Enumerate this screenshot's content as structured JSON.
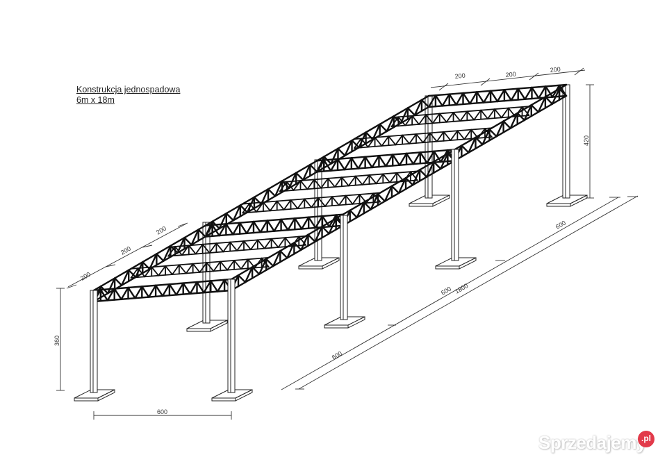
{
  "title": {
    "line1": "Konstrukcja jednospadowa",
    "line2": "6m x 18m"
  },
  "dimensions": {
    "top_segments": [
      "200",
      "200",
      "200"
    ],
    "left_segments": [
      "200",
      "200",
      "200"
    ],
    "height_low": "360",
    "height_high": "420",
    "width_bottom": "600",
    "length_segments": [
      "600",
      "600",
      "600"
    ],
    "length_total": "1800"
  },
  "watermark": {
    "text": "Sprzedajemy",
    "badge": ".pl",
    "badge_color": "#e23a4a"
  },
  "colors": {
    "line": "#111111",
    "dim_line": "#444444",
    "background": "#ffffff"
  }
}
